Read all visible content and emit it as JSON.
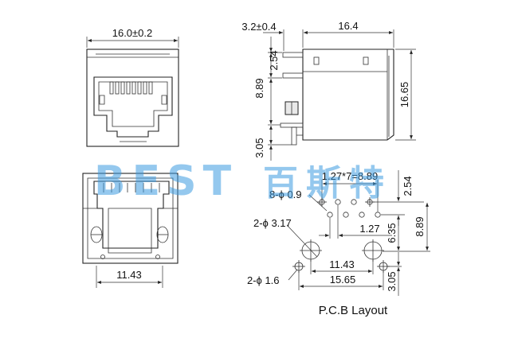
{
  "front_view": {
    "width_label": "16.0±0.2"
  },
  "bottom_view": {
    "width_label": "11.43"
  },
  "side_view": {
    "offset_label": "3.2±0.4",
    "length_label": "16.4",
    "pin_label": "2.54",
    "upper_label": "8.89",
    "height_label": "16.65",
    "lower_label": "3.05"
  },
  "pcb_layout": {
    "pitch_label": "1.27*7=8.89",
    "pin_hole_label": "8-ϕ 0.9",
    "peg_hole_label": "2-ϕ 3.17",
    "mount_hole_label": "2-ϕ 1.6",
    "row_offset_label": "1.27",
    "top_right_label": "2.54",
    "mid_label": "6.35",
    "right_label": "8.89",
    "peg_span_label": "11.43",
    "mount_span_label": "15.65",
    "bottom_label": "3.05",
    "caption": "P.C.B Layout"
  },
  "watermark": {
    "latin": "BEST",
    "chinese": "百斯特",
    "color": "#3d9be0"
  }
}
